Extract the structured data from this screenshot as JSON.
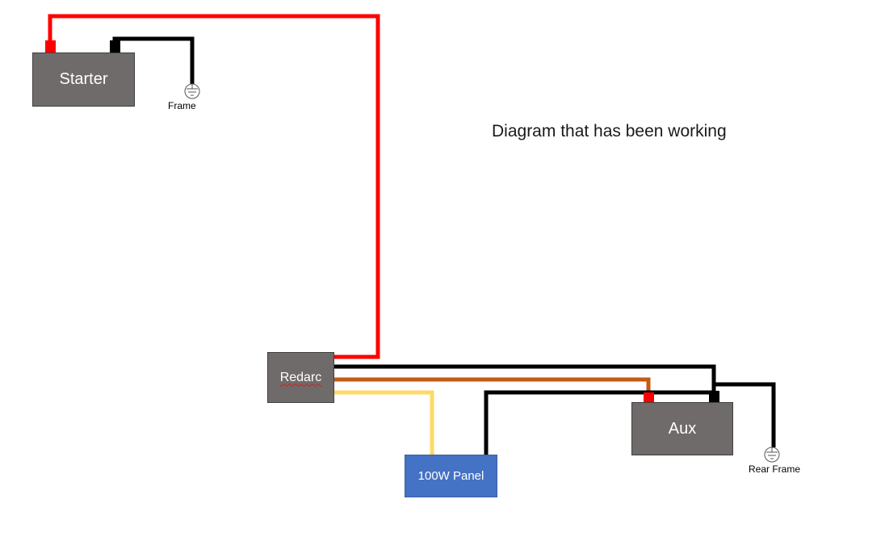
{
  "title": "Diagram that has been working",
  "components": {
    "starter": "Starter",
    "redarc": "Redarc",
    "aux": "Aux",
    "panel": "100W Panel"
  },
  "grounds": {
    "frame": "Frame",
    "rear_frame": "Rear Frame"
  },
  "colors": {
    "positive_wire": "#ff0000",
    "negative_wire": "#000000",
    "aux_output_wire": "#c55a11",
    "solar_input_wire": "#ffd966",
    "component_fill": "#6f6b6a",
    "panel_fill": "#4472c4"
  }
}
